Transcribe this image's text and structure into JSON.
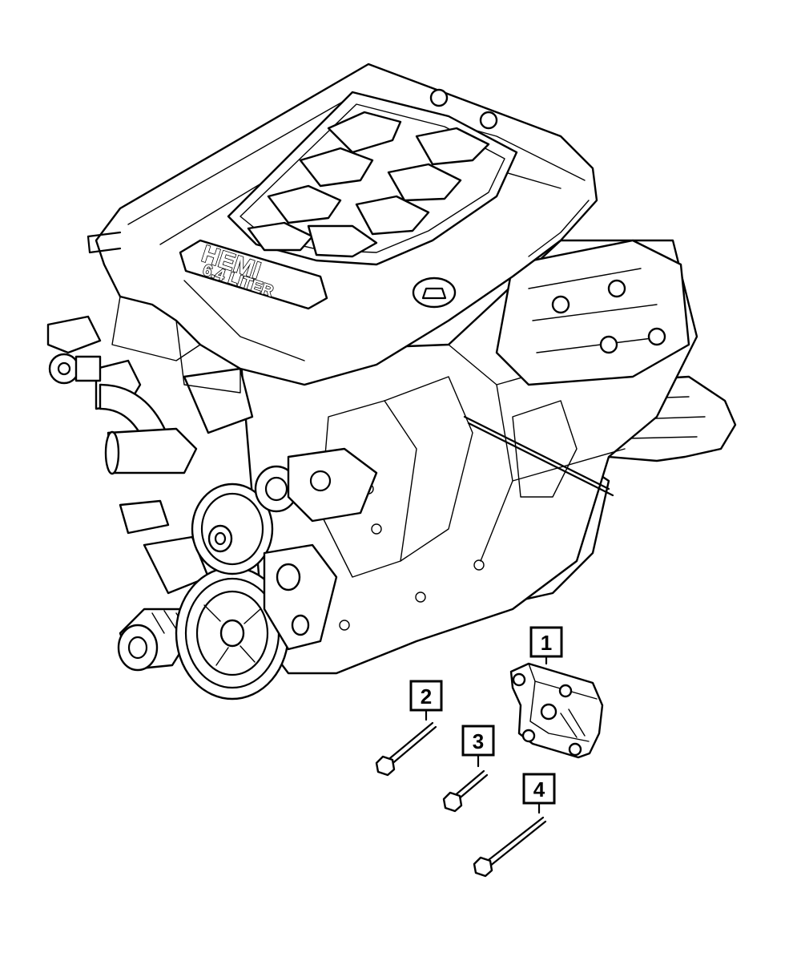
{
  "diagram": {
    "engine_badge": {
      "line1": "HEMI",
      "line2": "6.4 LITER"
    },
    "callouts": [
      {
        "id": "1",
        "label": "1"
      },
      {
        "id": "2",
        "label": "2"
      },
      {
        "id": "3",
        "label": "3"
      },
      {
        "id": "4",
        "label": "4"
      }
    ]
  }
}
